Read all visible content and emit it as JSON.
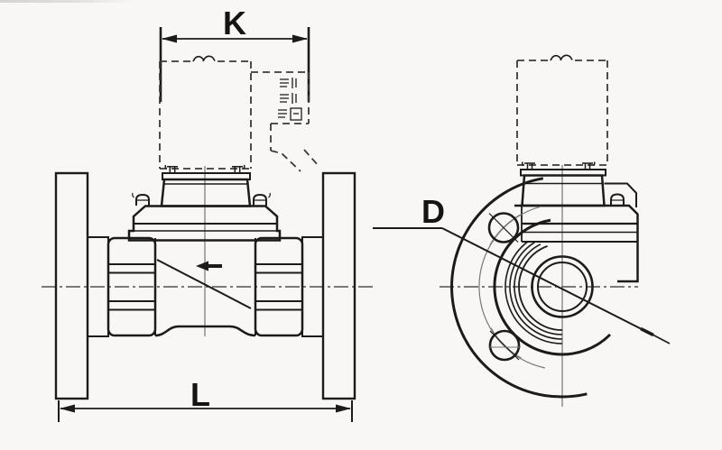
{
  "drawing": {
    "type": "engineering-dimension-drawing",
    "dimension_labels": {
      "K": "K",
      "D": "D",
      "L": "L"
    }
  },
  "colors": {
    "line": "#1b1b1b",
    "thin_line": "#777777",
    "background": "#f8f7f5"
  }
}
